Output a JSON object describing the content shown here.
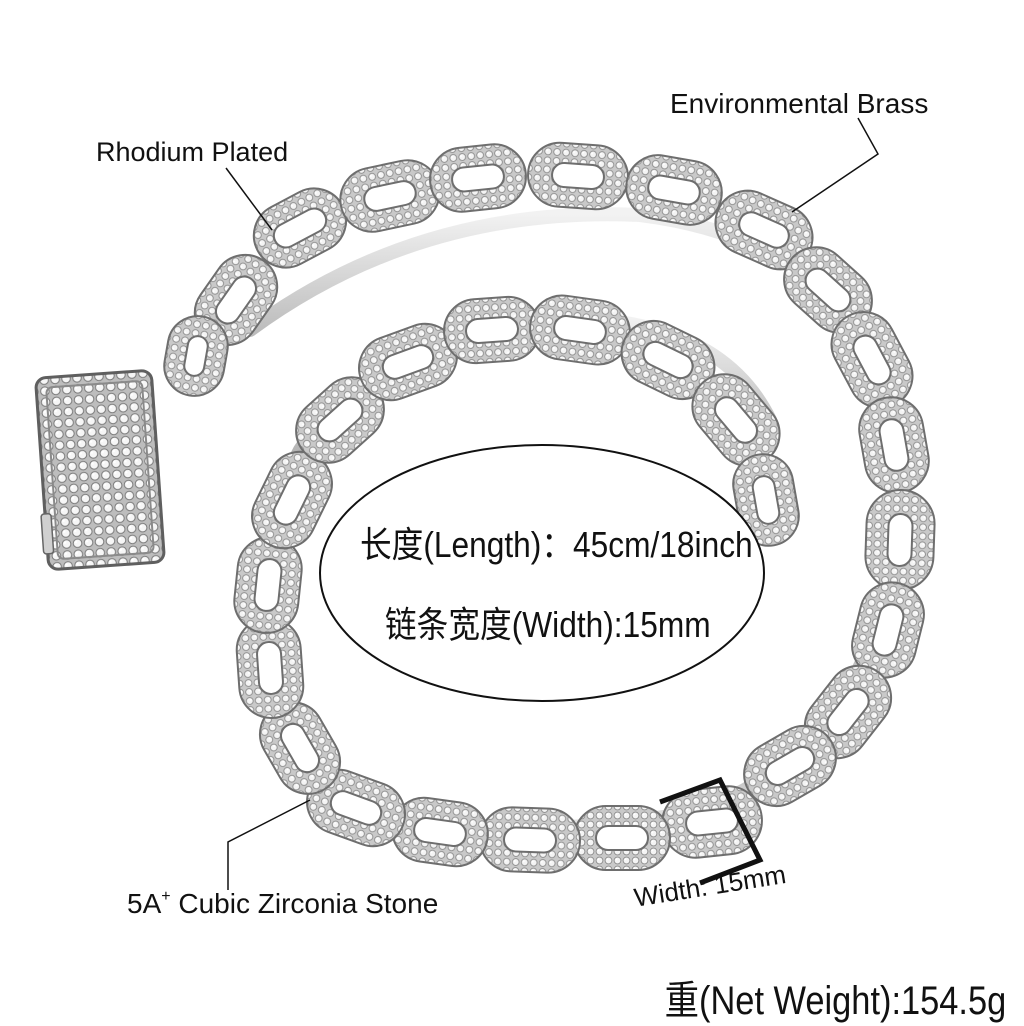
{
  "callouts": {
    "rhodium": "Rhodium Plated",
    "brass": "Environmental Brass",
    "stone_prefix": "5A",
    "stone_sup": "+",
    "stone_rest": " Cubic Zirconia Stone",
    "width": "Width: 15mm"
  },
  "specs": {
    "length": "长度(Length)：45cm/18inch",
    "width": "链条宽度(Width):15mm"
  },
  "weight": "重(Net Weight):154.5g"
}
